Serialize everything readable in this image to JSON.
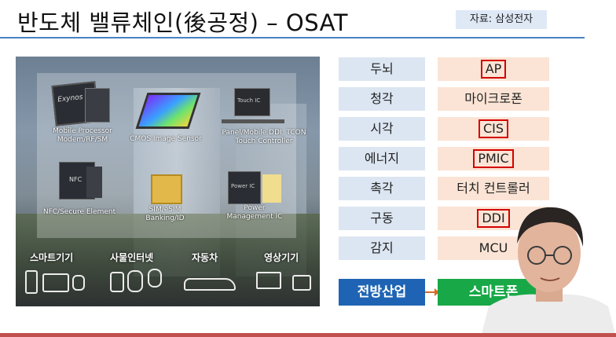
{
  "title": "반도체 밸류체인(後공정) – OSAT",
  "source": "자료: 삼성전자",
  "photo": {
    "chips": [
      {
        "brand": "Exynos",
        "label": "Mobile Processor\nModem/RF/SM"
      },
      {
        "label": "CMOS Image Sensor"
      },
      {
        "brand": "Touch IC",
        "label": "Panel/Mobile DDI, TCON\nTouch Controller"
      },
      {
        "brand": "NFC",
        "label": "NFC/Secure Element"
      },
      {
        "label": "SIM/eSIM\nBanking/ID"
      },
      {
        "brand": "Power IC",
        "label": "Power\nManagement IC"
      }
    ],
    "categories": [
      "스마트기기",
      "사물인터넷",
      "자동차",
      "영상기기"
    ]
  },
  "rows": [
    {
      "sense": "두뇌",
      "device": "AP",
      "highlight": true
    },
    {
      "sense": "청각",
      "device": "마이크로폰",
      "highlight": false
    },
    {
      "sense": "시각",
      "device": "CIS",
      "highlight": true
    },
    {
      "sense": "에너지",
      "device": "PMIC",
      "highlight": true
    },
    {
      "sense": "촉각",
      "device": "터치 컨트롤러",
      "highlight": false
    },
    {
      "sense": "구동",
      "device": "DDI",
      "highlight": true
    },
    {
      "sense": "감지",
      "device": "MCU",
      "highlight": false
    }
  ],
  "front_industry": "전방산업",
  "smartphone": "스마트폰",
  "colors": {
    "accent": "#4a82c3",
    "highlight": "#d40000",
    "front": "#1f64b4",
    "smart": "#18a848"
  }
}
